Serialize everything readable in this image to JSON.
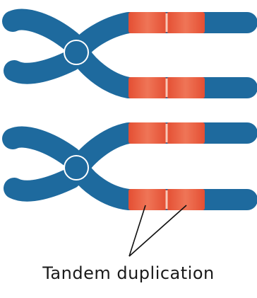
{
  "caption": "Tandem duplication",
  "colors": {
    "chromatid": "#1e6a9e",
    "chromatid_edge": "#0f4f7c",
    "centromere_ring": "#ffffff",
    "duplicated_segment": "#ef7557",
    "duplicated_segment_dark": "#e44f33",
    "segment_divider": "#f8c8b8",
    "pointer_line": "#111111",
    "background": "#ffffff"
  },
  "chromosomes": [
    {
      "label": "",
      "duplicated_repeats": 2
    },
    {
      "label": "",
      "duplicated_repeats": 2
    }
  ]
}
